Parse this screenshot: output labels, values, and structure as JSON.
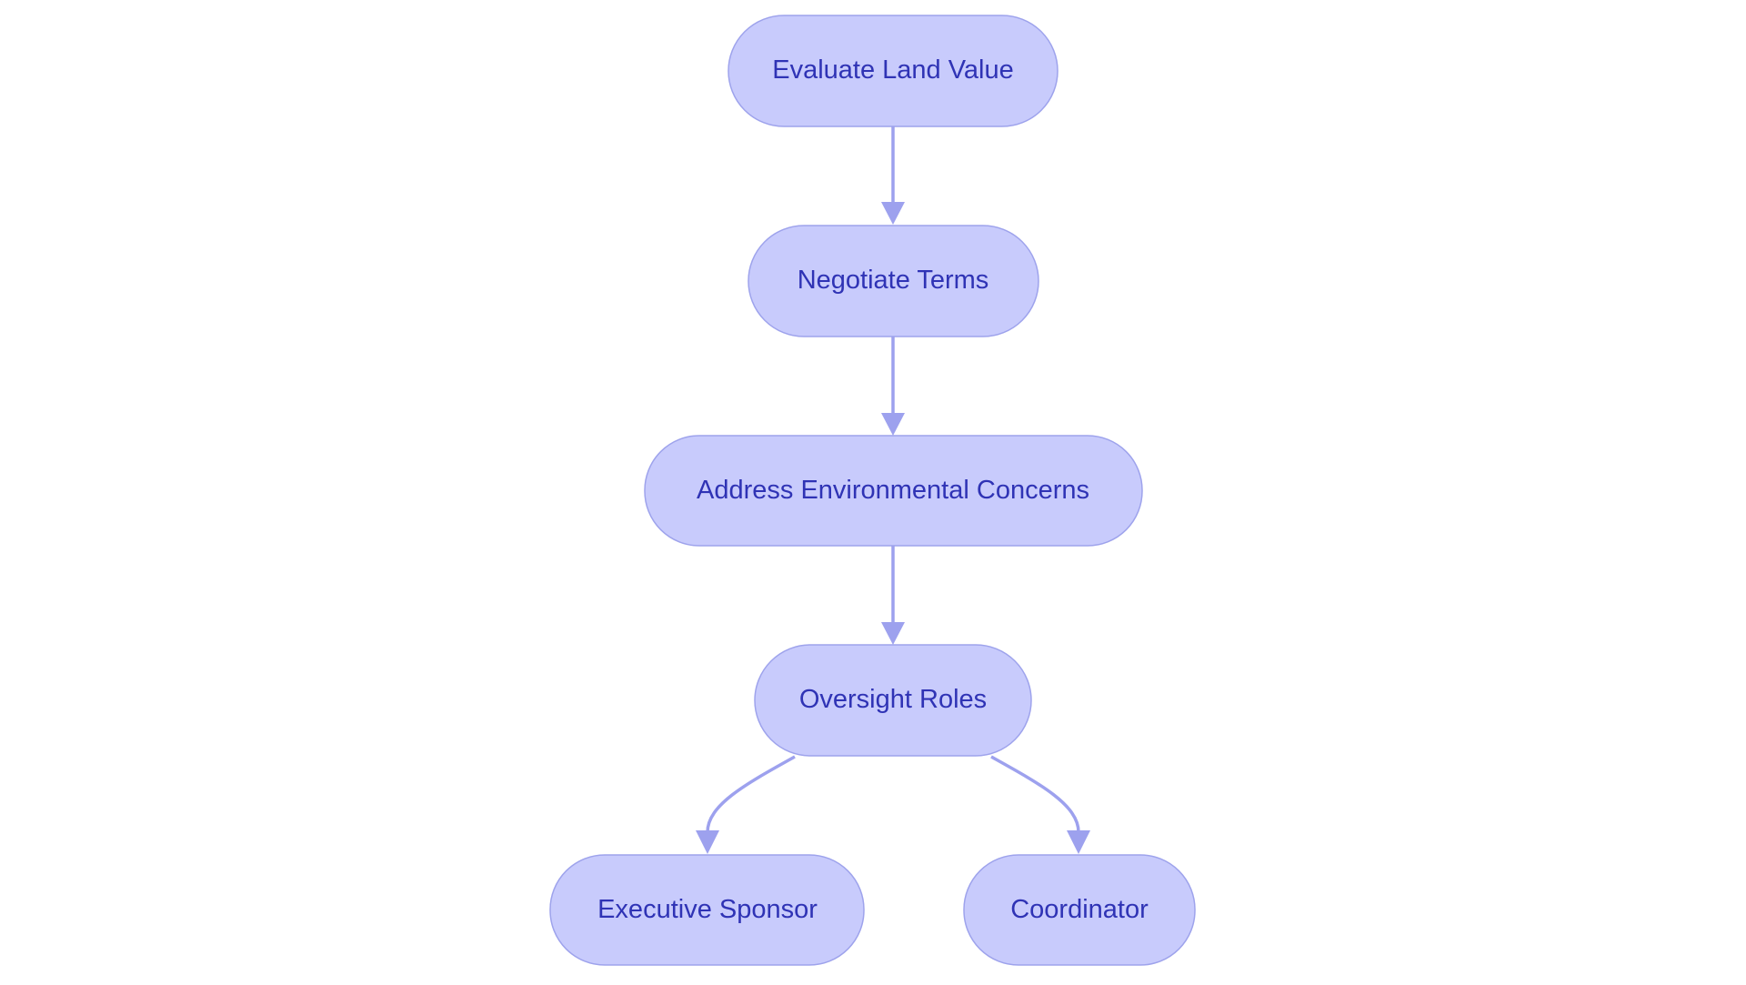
{
  "diagram": {
    "type": "flowchart",
    "colors": {
      "node_fill": "#C8CBFC",
      "node_stroke": "#9EA3EC",
      "text": "#2F33B5",
      "edge": "#9DA1EE"
    },
    "nodes": [
      {
        "id": "evaluate",
        "label": "Evaluate Land Value"
      },
      {
        "id": "negotiate",
        "label": "Negotiate Terms"
      },
      {
        "id": "address",
        "label": "Address Environmental Concerns"
      },
      {
        "id": "oversight",
        "label": "Oversight Roles"
      },
      {
        "id": "sponsor",
        "label": "Executive Sponsor"
      },
      {
        "id": "coordinator",
        "label": "Coordinator"
      }
    ],
    "edges": [
      {
        "from": "evaluate",
        "to": "negotiate"
      },
      {
        "from": "negotiate",
        "to": "address"
      },
      {
        "from": "address",
        "to": "oversight"
      },
      {
        "from": "oversight",
        "to": "sponsor"
      },
      {
        "from": "oversight",
        "to": "coordinator"
      }
    ]
  }
}
